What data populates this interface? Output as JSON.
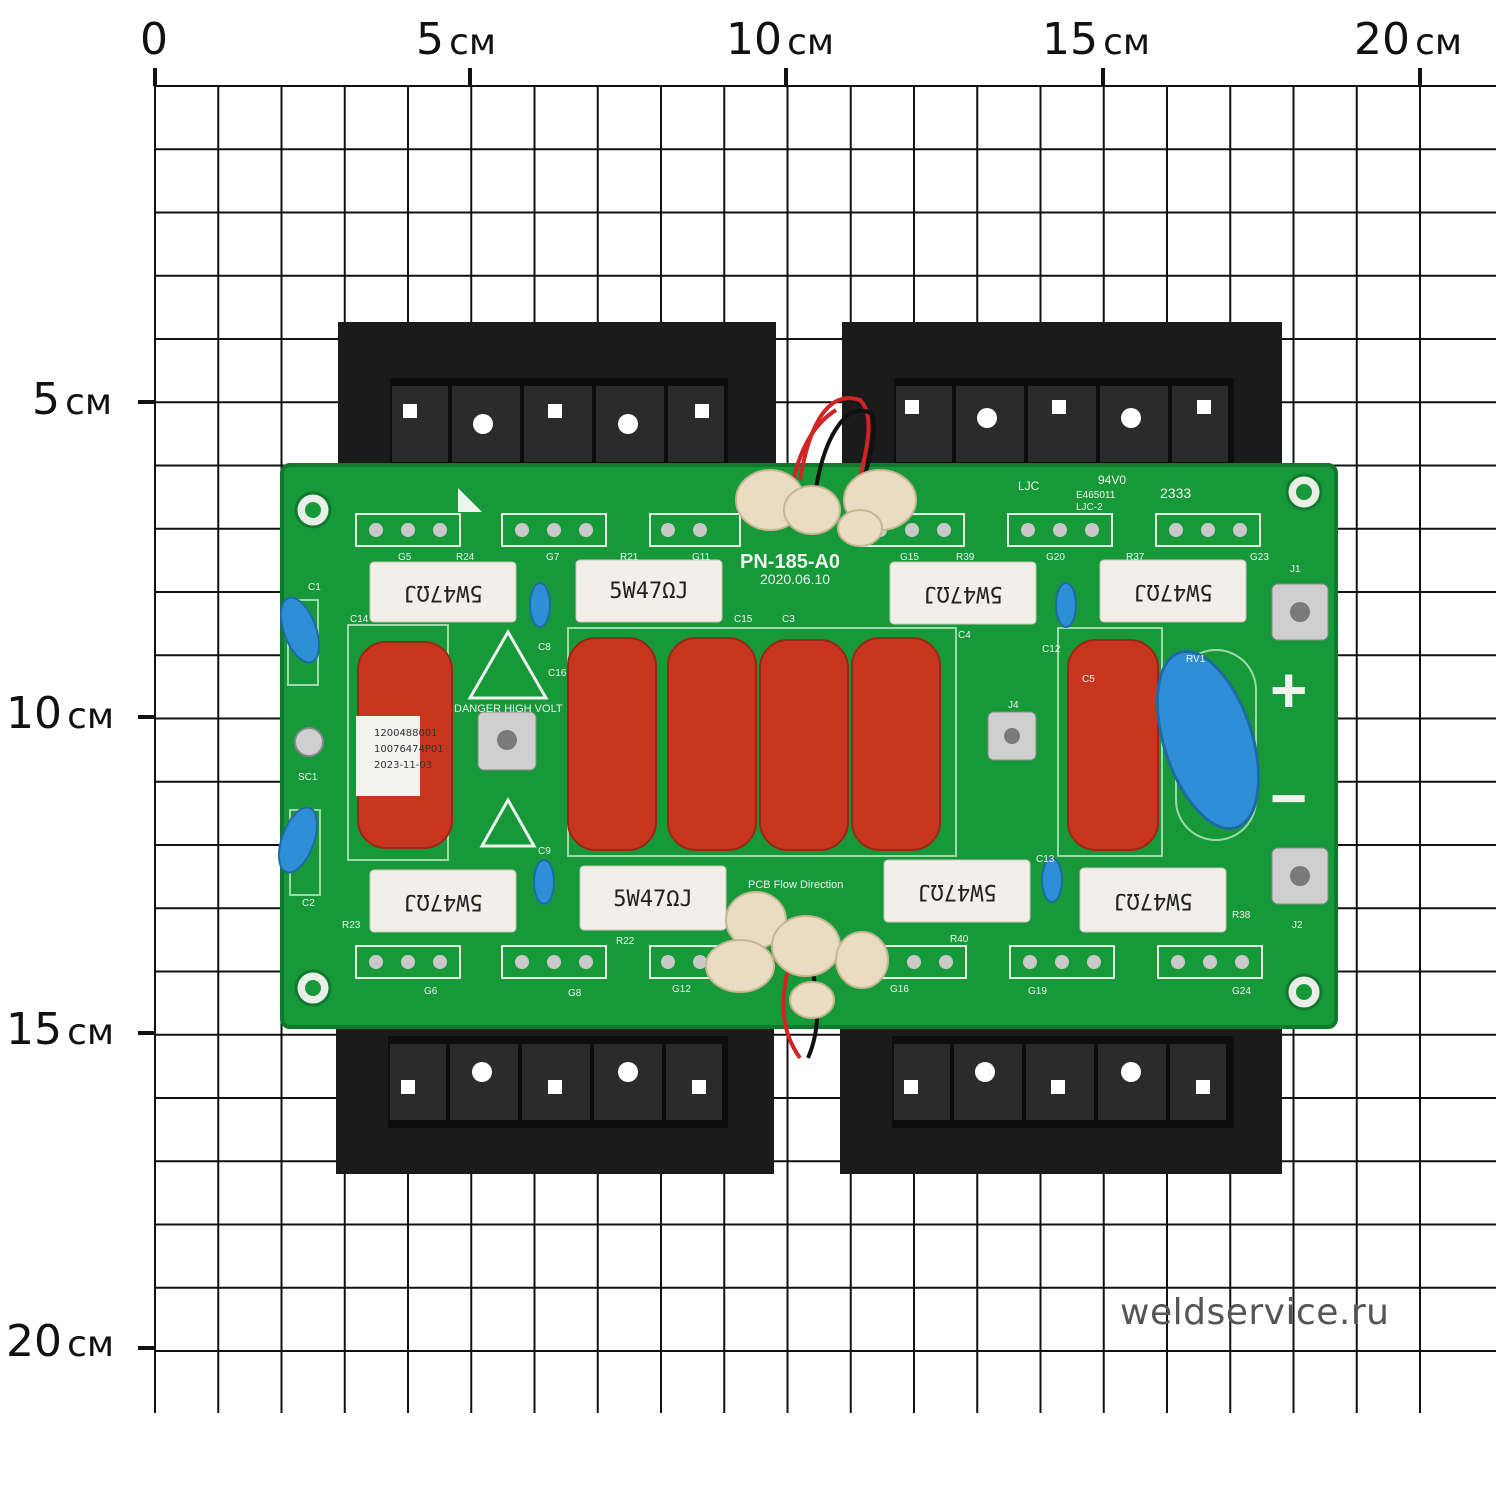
{
  "ruler": {
    "top": [
      {
        "num": "0",
        "unit": ""
      },
      {
        "num": "5",
        "unit": "см"
      },
      {
        "num": "10",
        "unit": "см"
      },
      {
        "num": "15",
        "unit": "см"
      },
      {
        "num": "20",
        "unit": "см"
      }
    ],
    "left": [
      {
        "num": "5",
        "unit": "см"
      },
      {
        "num": "10",
        "unit": "см"
      },
      {
        "num": "15",
        "unit": "см"
      },
      {
        "num": "20",
        "unit": "см"
      }
    ]
  },
  "board": {
    "model": "PN-185-A0",
    "date": "2020.06.10",
    "danger": "DANGER HIGH VOLT",
    "flow": "PCB Flow Direction",
    "cert": "94V0",
    "cert_no": "E465011",
    "vendor": "LJC-2",
    "vendor_logo": "LJC",
    "batch": "2333",
    "resistor_marking": "5W47ΩJ",
    "sticker": [
      "1200488001",
      "10076474P01",
      "2023-11-03"
    ],
    "refs": [
      "G5",
      "R24",
      "G7",
      "R21",
      "G11",
      "G15",
      "R39",
      "G20",
      "R37",
      "G23",
      "J1",
      "C1",
      "C14",
      "C8",
      "C15",
      "C3",
      "C4",
      "C12",
      "RV1",
      "C16",
      "C5",
      "J4",
      "SC1",
      "C9",
      "C13",
      "C2",
      "R23",
      "R22",
      "R40",
      "R38",
      "J2",
      "G6",
      "G8",
      "G12",
      "G16",
      "G19",
      "G24"
    ],
    "plus": "+",
    "minus": "−"
  },
  "watermark": "weldservice.ru",
  "colors": {
    "pcb": "#17993a",
    "pcb_dark": "#0f7a2d",
    "heatsink": "#1a1a1a",
    "capacitor": "#c9361f",
    "varistor": "#2f8fd6",
    "resistor": "#f1efe8",
    "grid": "#111111"
  }
}
